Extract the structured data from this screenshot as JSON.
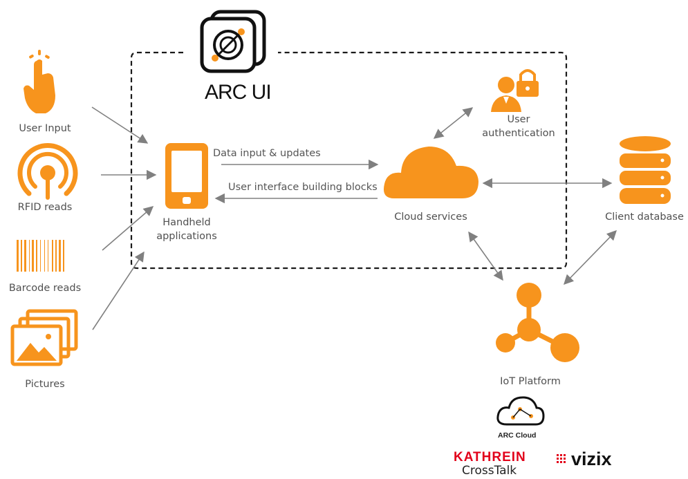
{
  "title": "ARC UI",
  "sources": {
    "user_input": "User Input",
    "rfid_reads": "RFID reads",
    "barcode_reads": "Barcode reads",
    "pictures": "Pictures"
  },
  "handheld": {
    "line1": "Handheld",
    "line2": "applications"
  },
  "flows": {
    "data_input": "Data input & updates",
    "ui_blocks": "User interface building blocks"
  },
  "cloud_services": "Cloud services",
  "user_auth": {
    "line1": "User",
    "line2": "authentication"
  },
  "client_database": "Client database",
  "iot_platform": "IoT Platform",
  "logos": {
    "arc_cloud": "ARC Cloud",
    "kathrein": "KATHREIN",
    "crosstalk": "CrossTalk",
    "vizix": "vizix"
  },
  "colors": {
    "accent": "#f7941d",
    "arrow": "#888888",
    "border": "#222222"
  }
}
